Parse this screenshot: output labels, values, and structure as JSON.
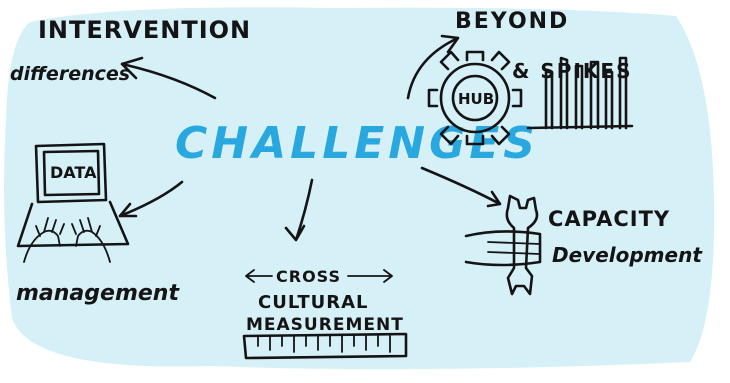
{
  "center": {
    "title": "CHALLENGES"
  },
  "nodes": {
    "intervention": {
      "line1": "INTERVENTION",
      "line2": "differences"
    },
    "beyond": {
      "line1": "BEYOND",
      "line2": "& SPIKES",
      "icon_label": "HUB"
    },
    "data": {
      "label": "DATA",
      "caption": "management"
    },
    "cross": {
      "line1": "CROSS",
      "line2": "CULTURAL",
      "line3": "MEASUREMENT"
    },
    "capacity": {
      "line1": "CAPACITY",
      "line2": "Development"
    }
  },
  "colors": {
    "background": "#d6f0f8",
    "title": "#29a8e0",
    "ink": "#141414"
  }
}
